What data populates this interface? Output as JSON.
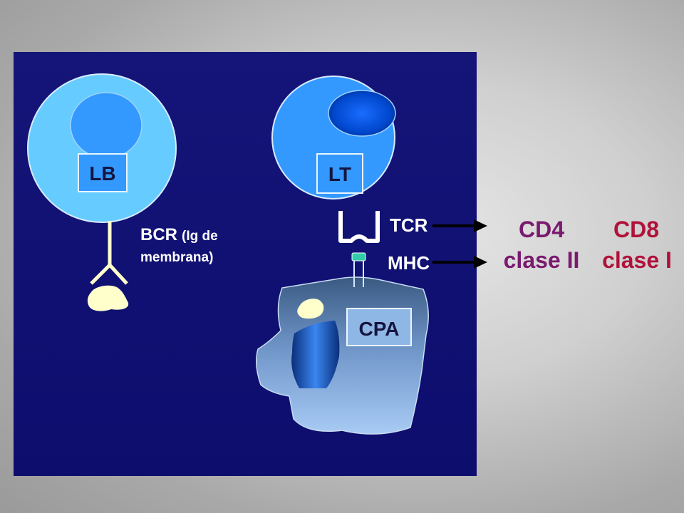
{
  "cells": {
    "lb": {
      "label": "LB"
    },
    "lt": {
      "label": "LT"
    },
    "cpa": {
      "label": "CPA"
    }
  },
  "bcr": {
    "label": "BCR",
    "sub_1": "(Ig de",
    "sub_2": "membrana)"
  },
  "receptors": {
    "tcr": "TCR",
    "mhc": "MHC"
  },
  "coreceptors": {
    "cd4": {
      "name": "CD4",
      "mhc_class": "clase II",
      "color": "#7a1a6e"
    },
    "cd8": {
      "name": "CD8",
      "mhc_class": "clase I",
      "color": "#b0123a"
    }
  },
  "colors": {
    "panel": "#13137a",
    "lb_cell": "#66ccff",
    "lt_cell": "#3399ff",
    "antigen": "#ffffcc",
    "mhc_tip": "#33ccaa"
  }
}
